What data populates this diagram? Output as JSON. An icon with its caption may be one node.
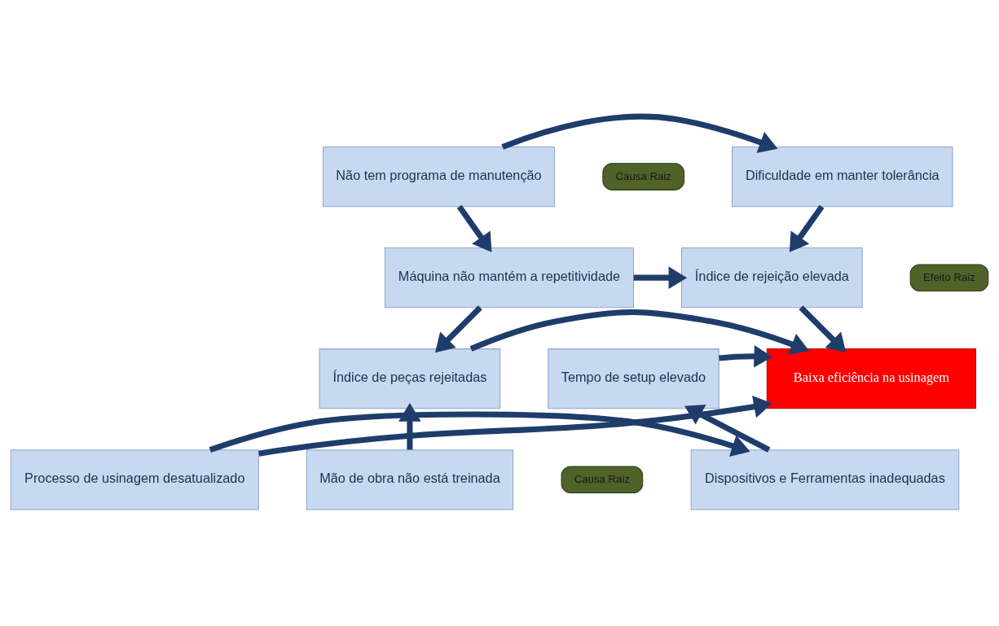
{
  "diagram": {
    "nodes": [
      {
        "text": [
          "Causa Raiz"
        ]
      },
      {
        "text": [
          "Dificuldade em manter tolerância"
        ]
      },
      {
        "text": [
          "Não tem programa de manutenção"
        ]
      },
      {
        "text": [
          "Índice de rejeição elevada"
        ]
      },
      {
        "text": [
          "Máquina não mantém a repetitividade"
        ]
      },
      {
        "text": [
          "Efeito Raiz"
        ]
      },
      {
        "text": [
          "Tempo de setup elevado"
        ]
      },
      {
        "text": [
          "Baixa eficiência na usinagem"
        ]
      },
      {
        "text": [
          "Índice de peças rejeitadas"
        ]
      },
      {
        "text": [
          "Causa Raiz"
        ]
      },
      {
        "text": [
          "Dispositivos e Ferramentas inadequadas"
        ]
      },
      {
        "text": [
          "Processo de usinagem desatualizado"
        ]
      },
      {
        "text": [
          "Mão de obra não está treinada"
        ]
      }
    ],
    "edges": [
      {
        "from": 2,
        "to": 1,
        "arrow": "to"
      },
      {
        "from": 1,
        "to": 3,
        "arrow": "to"
      },
      {
        "from": 2,
        "to": 4,
        "arrow": "to"
      },
      {
        "from": 4,
        "to": 3,
        "arrow": "to"
      },
      {
        "from": 3,
        "to": 7,
        "arrow": "to"
      },
      {
        "from": 4,
        "to": 8,
        "arrow": "to"
      },
      {
        "from": 6,
        "to": 7,
        "arrow": "to"
      },
      {
        "from": 8,
        "to": 7,
        "arrow": "to"
      },
      {
        "from": 11,
        "to": 7,
        "arrow": "to"
      },
      {
        "from": 11,
        "to": 10,
        "arrow": "to"
      },
      {
        "from": 10,
        "to": 6,
        "arrow": "to"
      },
      {
        "from": 12,
        "to": 8,
        "arrow": "to"
      }
    ]
  }
}
